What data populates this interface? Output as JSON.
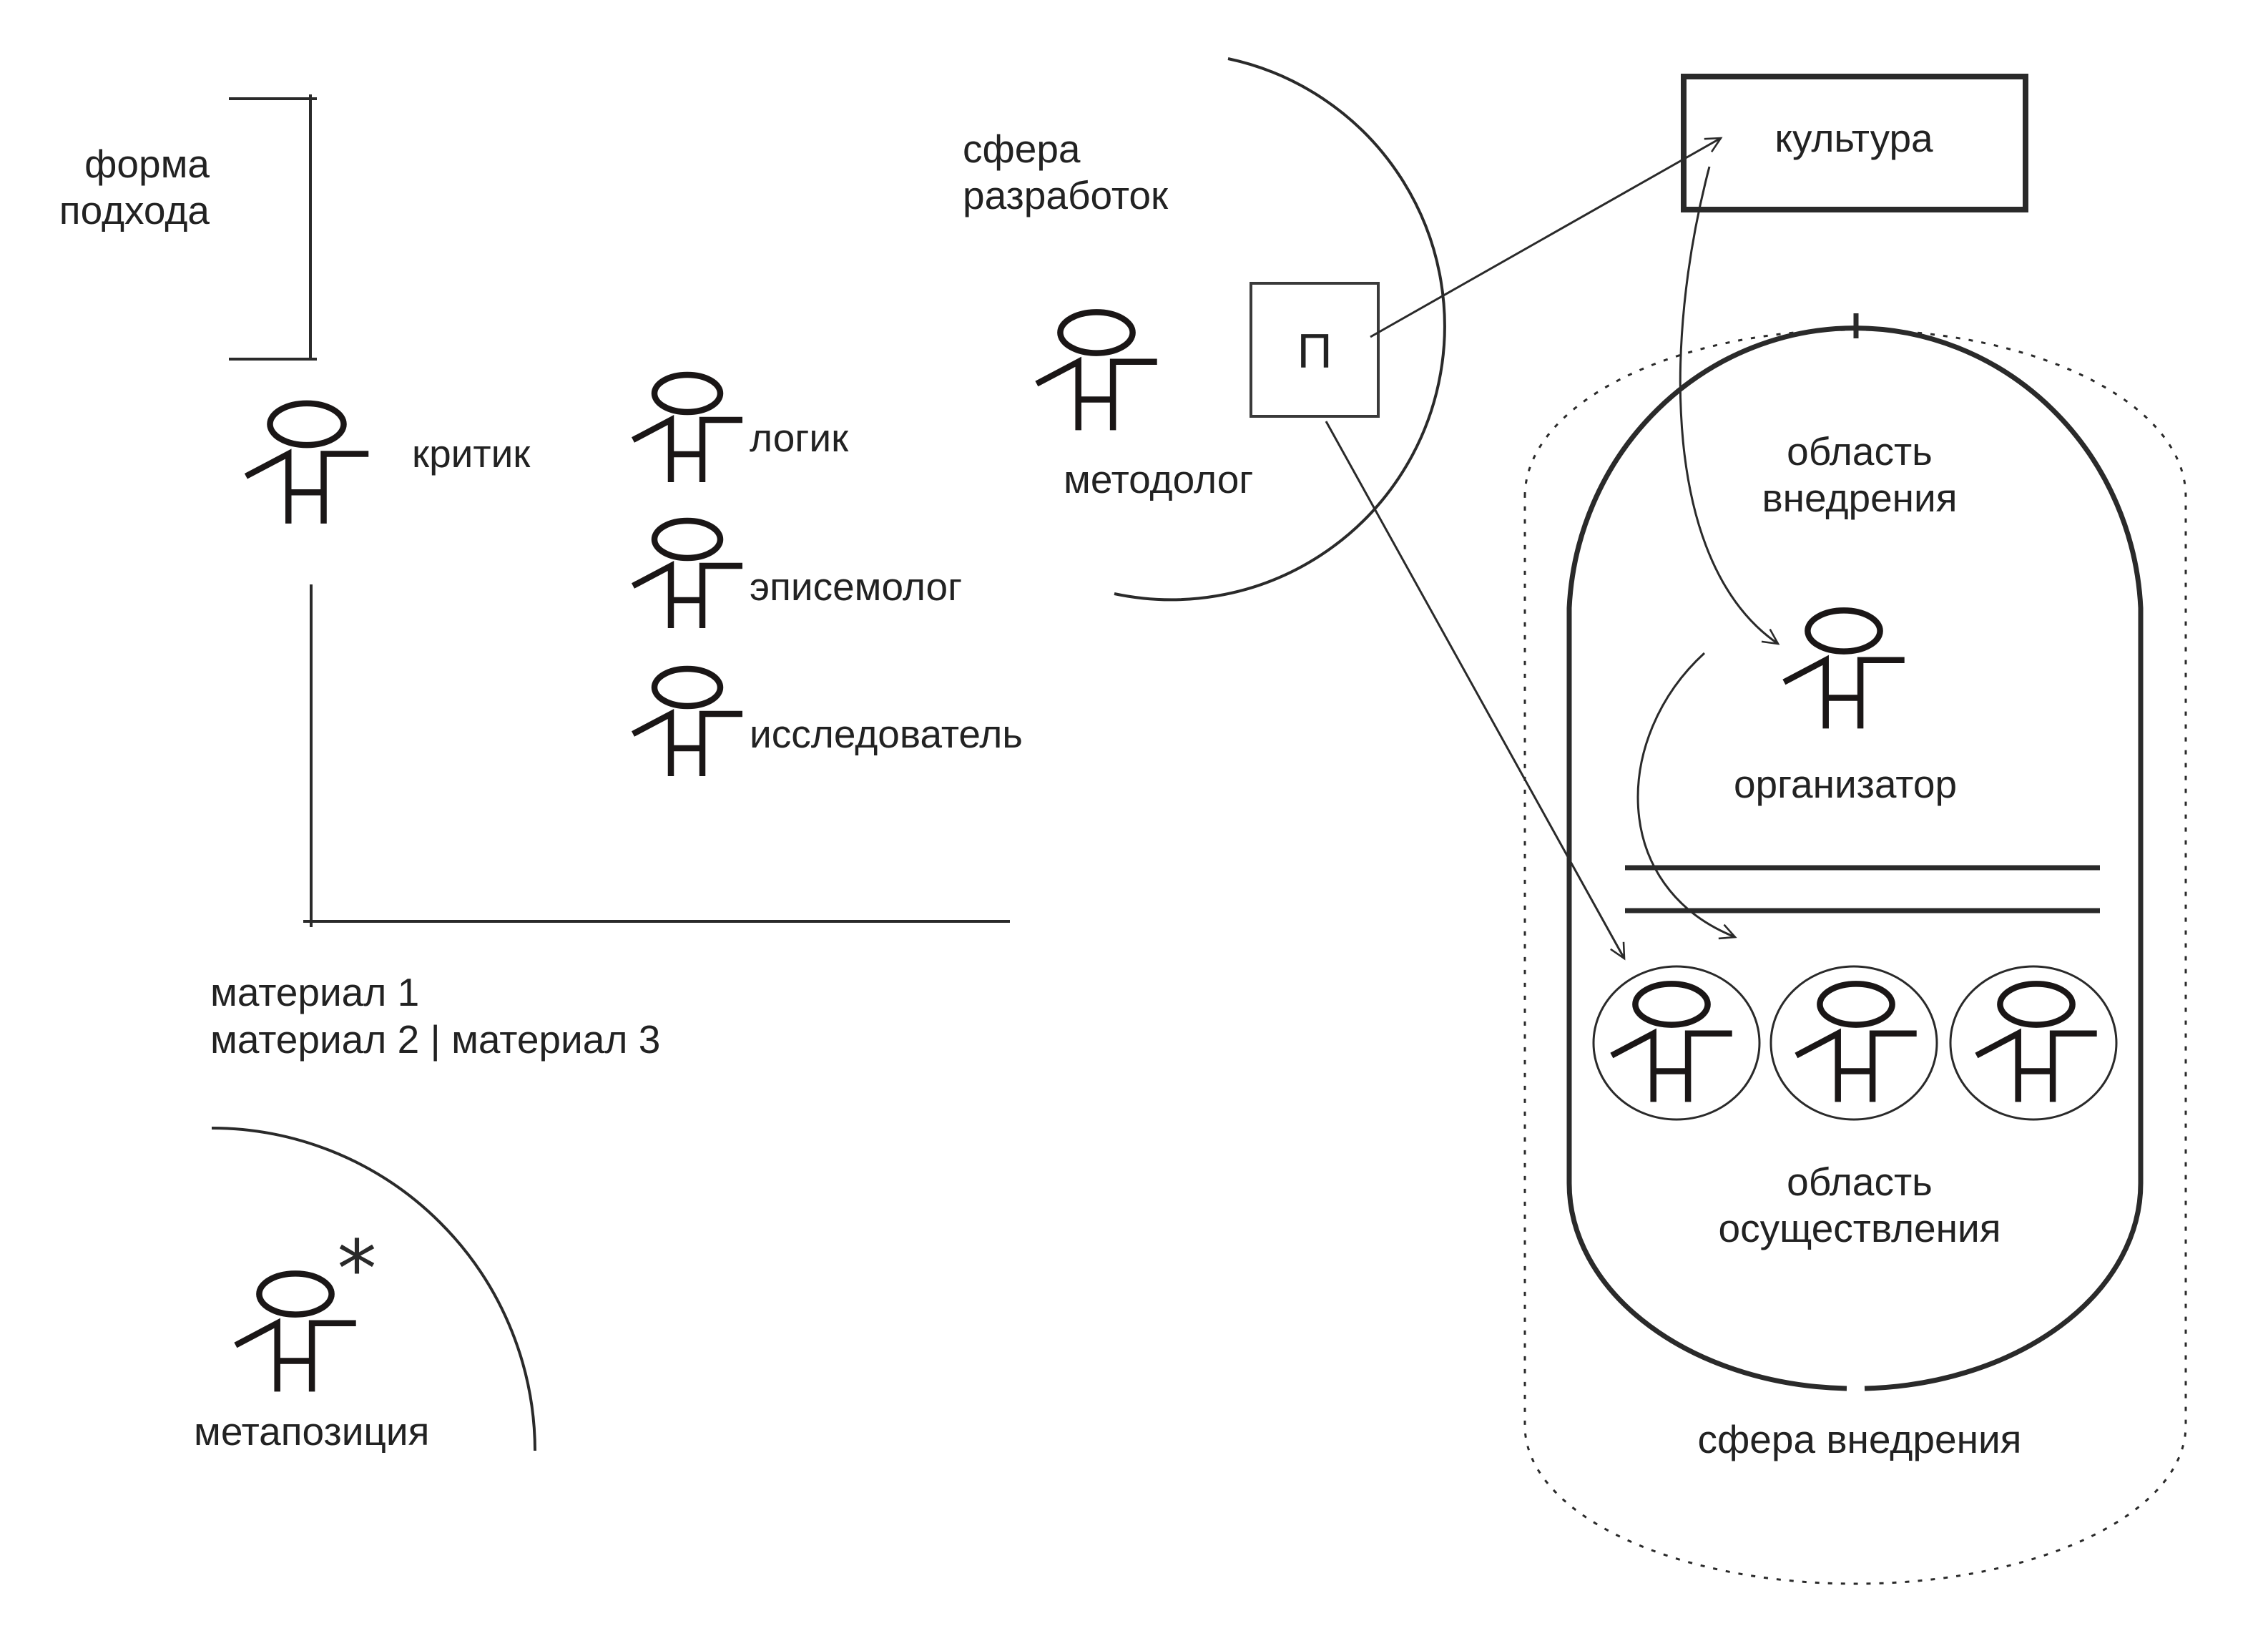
{
  "diagram": {
    "approach_form": [
      "форма",
      "подхода"
    ],
    "roles": {
      "critic": "критик",
      "logician": "логик",
      "episemologist": "эписемолог",
      "researcher": "исследователь",
      "methodologist": "методолог",
      "organizer": "организатор",
      "metaposition": "метапозиция"
    },
    "development_sphere": [
      "сфера",
      "разработок"
    ],
    "project_box_label": "П",
    "culture_box_label": "культура",
    "implementation_area": [
      "область",
      "внедрения"
    ],
    "realization_area": [
      "область",
      "осуществления"
    ],
    "implementation_sphere": "сфера внедрения",
    "materials": [
      "материал 1",
      "материал 2 | материал 3"
    ],
    "metaposition_mark": "*",
    "performers_count": 3
  }
}
